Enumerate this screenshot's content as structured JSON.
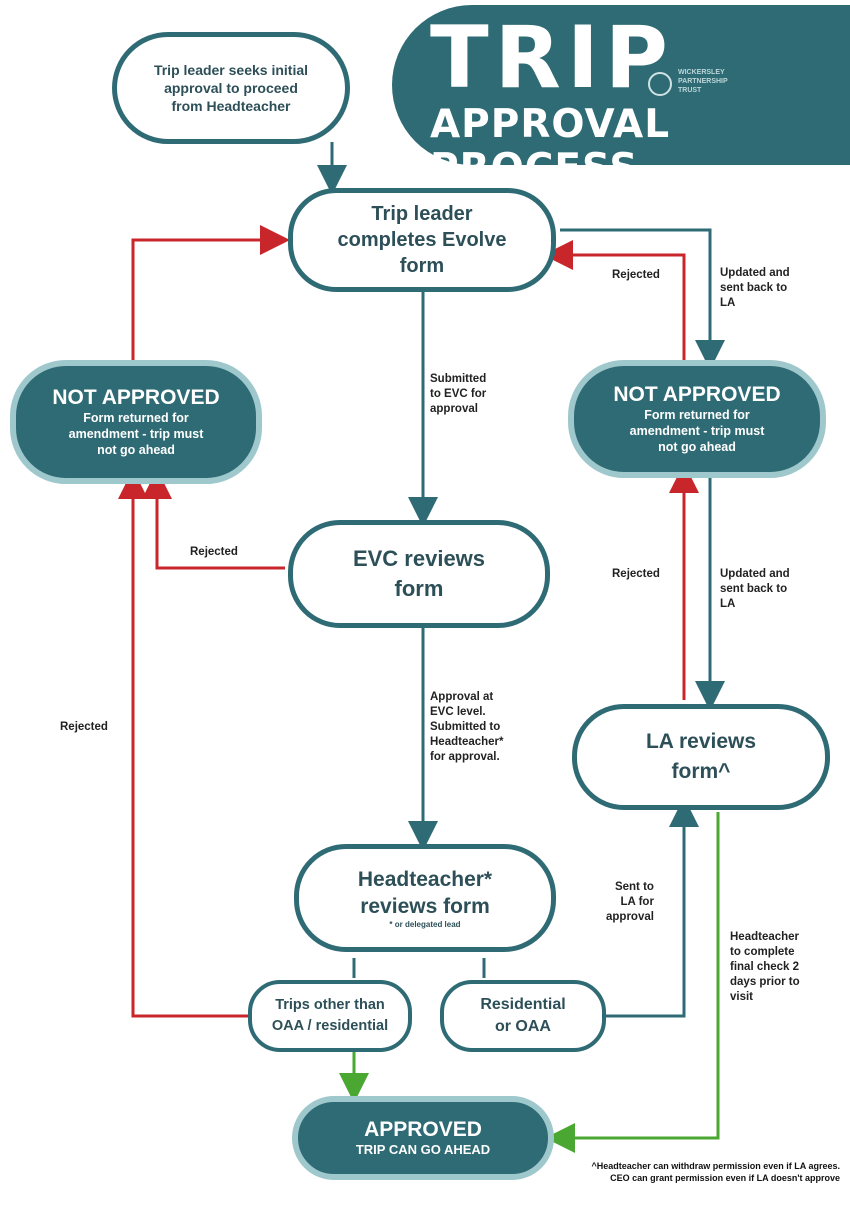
{
  "banner": {
    "title": "TRIP",
    "subtitle": "APPROVAL PROCESS",
    "trust": "WICKERSLEY\nPARTNERSHIP\nTRUST"
  },
  "nodes": {
    "seek": "Trip leader seeks  initial\napproval to proceed\nfrom Headteacher",
    "evolve": "Trip leader\ncompletes Evolve\nform",
    "not_approved_left": {
      "title": "NOT APPROVED",
      "body": "Form returned for\namendment - trip must\nnot go ahead"
    },
    "not_approved_right": {
      "title": "NOT APPROVED",
      "body": "Form returned for\namendment - trip must\nnot go ahead"
    },
    "evc": "EVC reviews\nform",
    "la": "LA reviews\nform^",
    "head": {
      "title": "Headteacher*\nreviews form",
      "note": "* or delegated lead"
    },
    "trips_other": "Trips other than\nOAA / residential",
    "residential": "Residential\nor OAA",
    "approved": {
      "title": "APPROVED",
      "body": "TRIP CAN GO AHEAD"
    }
  },
  "labels": {
    "submitted_evc": "Submitted\nto EVC for\napproval",
    "rejected_top_right": "Rejected",
    "updated_top": "Updated and\nsent back to\nLA",
    "rejected_evc": "Rejected",
    "rejected_left": "Rejected",
    "rejected_la": "Rejected",
    "updated_mid": "Updated and\nsent back to\nLA",
    "approval_evc": "Approval at\nEVC level.\nSubmitted to\nHeadteacher*\nfor approval.",
    "sent_la": "Sent to\nLA for\napproval",
    "head_final": "Headteacher\nto complete\nfinal check 2\ndays prior to\nvisit"
  },
  "footnote": "^Headteacher can withdraw permission even if LA agrees. CEO can grant permission even if LA doesn't approve",
  "colors": {
    "teal": "#2e6b74",
    "red": "#c8262b",
    "green": "#4aa832",
    "light_teal": "#9fc8cd"
  }
}
